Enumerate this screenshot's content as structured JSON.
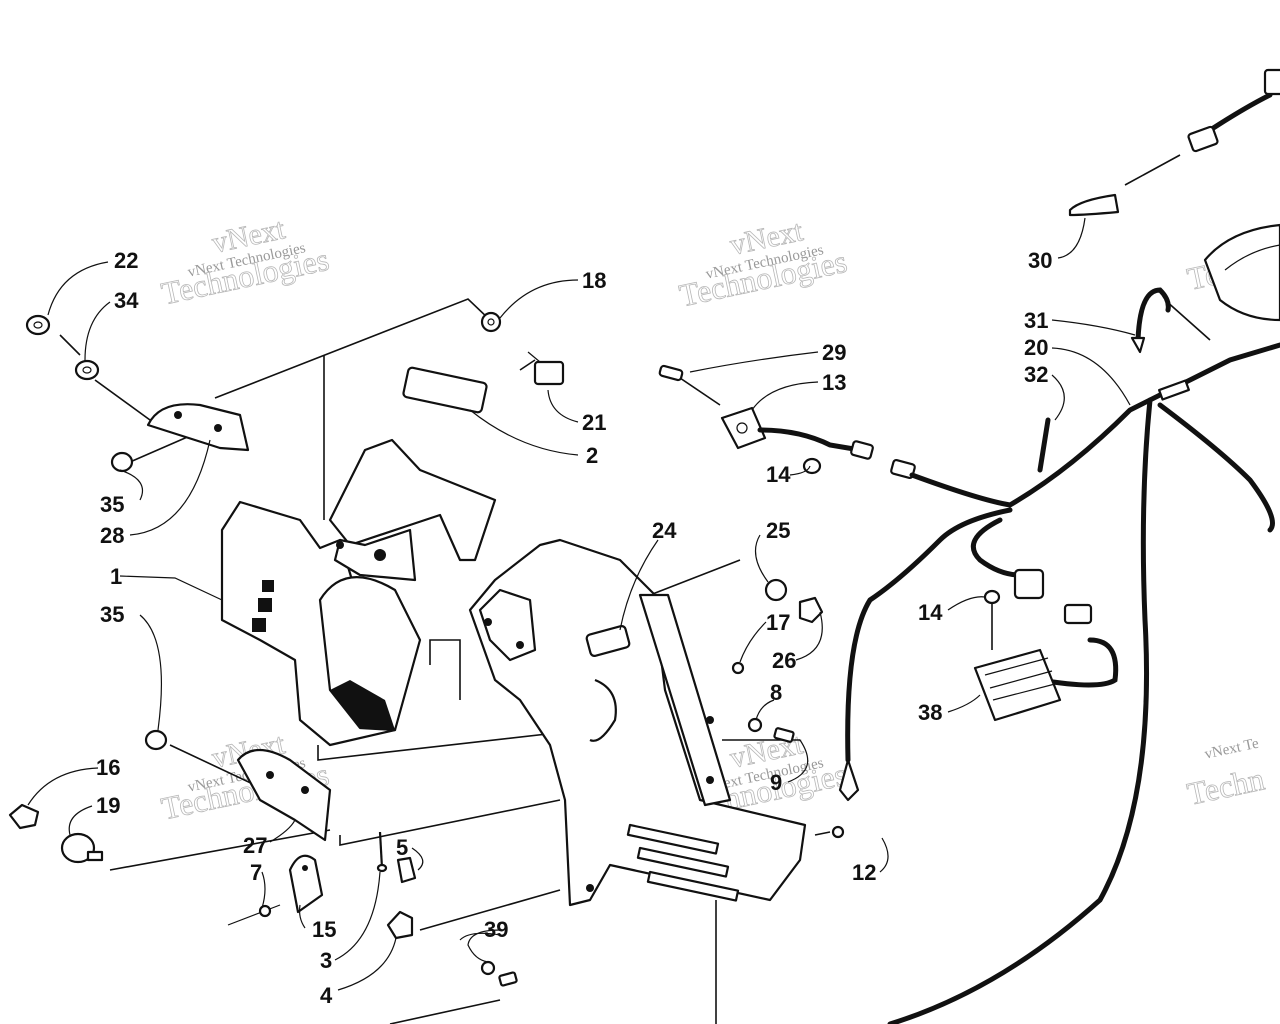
{
  "diagram": {
    "watermark": {
      "small_text": "vNext Technologies",
      "large_line1": "vNext",
      "large_line2": "Technologies",
      "partial_small": "vNext Te",
      "partial_large": "Techn"
    },
    "callouts": [
      {
        "id": "c22",
        "label": "22"
      },
      {
        "id": "c34",
        "label": "34"
      },
      {
        "id": "c35a",
        "label": "35"
      },
      {
        "id": "c28",
        "label": "28"
      },
      {
        "id": "c1",
        "label": "1"
      },
      {
        "id": "c35b",
        "label": "35"
      },
      {
        "id": "c16",
        "label": "16"
      },
      {
        "id": "c19",
        "label": "19"
      },
      {
        "id": "c27",
        "label": "27"
      },
      {
        "id": "c7",
        "label": "7"
      },
      {
        "id": "c15",
        "label": "15"
      },
      {
        "id": "c3",
        "label": "3"
      },
      {
        "id": "c4",
        "label": "4"
      },
      {
        "id": "c5",
        "label": "5"
      },
      {
        "id": "c39",
        "label": "39"
      },
      {
        "id": "c18",
        "label": "18"
      },
      {
        "id": "c21",
        "label": "21"
      },
      {
        "id": "c2",
        "label": "2"
      },
      {
        "id": "c24",
        "label": "24"
      },
      {
        "id": "c29",
        "label": "29"
      },
      {
        "id": "c13",
        "label": "13"
      },
      {
        "id": "c14a",
        "label": "14"
      },
      {
        "id": "c25",
        "label": "25"
      },
      {
        "id": "c17",
        "label": "17"
      },
      {
        "id": "c26",
        "label": "26"
      },
      {
        "id": "c8",
        "label": "8"
      },
      {
        "id": "c9",
        "label": "9"
      },
      {
        "id": "c12",
        "label": "12"
      },
      {
        "id": "c30",
        "label": "30"
      },
      {
        "id": "c31",
        "label": "31"
      },
      {
        "id": "c20",
        "label": "20"
      },
      {
        "id": "c32",
        "label": "32"
      },
      {
        "id": "c14b",
        "label": "14"
      },
      {
        "id": "c38",
        "label": "38"
      }
    ]
  }
}
